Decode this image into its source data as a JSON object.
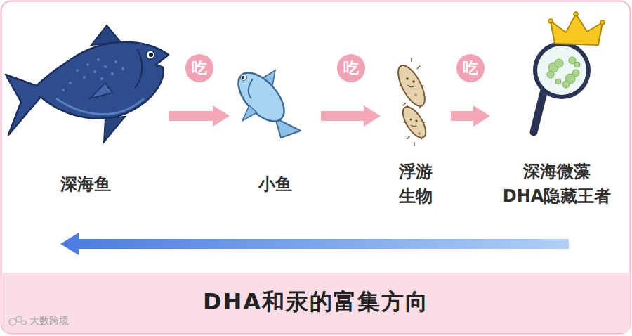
{
  "diagram": {
    "title": "DHA和汞的富集方向",
    "nodes": [
      {
        "text": [
          "深海鱼"
        ]
      },
      {
        "text": [
          "小鱼"
        ]
      },
      {
        "text": [
          "浮游 生物"
        ]
      },
      {
        "text": [
          "深海微藻 DHA隐藏王者"
        ]
      }
    ],
    "edges": [
      {
        "from": 0,
        "to": 1,
        "arrow": "to",
        "label": "吃"
      },
      {
        "from": 1,
        "to": 2,
        "arrow": "to",
        "label": "吃"
      },
      {
        "from": 2,
        "to": 3,
        "arrow": "to",
        "label": "吃"
      }
    ],
    "labels": [
      "大数跨境"
    ]
  }
}
